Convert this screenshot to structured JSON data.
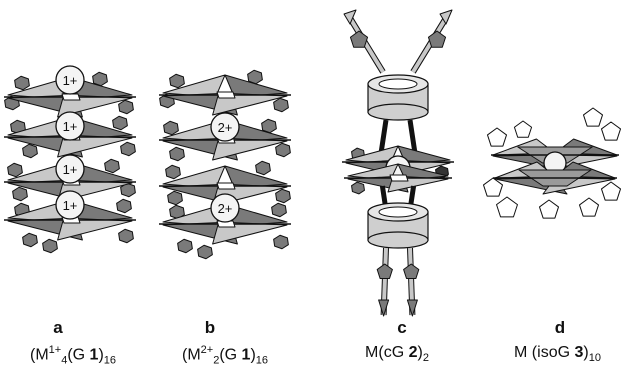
{
  "panels": [
    {
      "letter": "a",
      "formula": {
        "base": "(M",
        "sup": "1+",
        "sub1": "4",
        "mid": "(G ",
        "num": "1",
        "close": ")",
        "sub2": "16"
      },
      "ion_labels": [
        "1+",
        "1+",
        "1+",
        "1+"
      ]
    },
    {
      "letter": "b",
      "formula": {
        "base": "(M",
        "sup": "2+",
        "sub1": "2",
        "mid": "(G ",
        "num": "1",
        "close": ")",
        "sub2": "16"
      },
      "ion_labels": [
        "2+",
        "2+"
      ]
    },
    {
      "letter": "c",
      "formula": {
        "base": "M(cG ",
        "num": "2",
        "close": ")",
        "sub2": "2"
      }
    },
    {
      "letter": "d",
      "formula": {
        "base": "M (isoG ",
        "num": "3",
        "close": ")",
        "sub2": "10"
      }
    }
  ],
  "colors": {
    "stroke": "#111111",
    "fill_light": "#c8c8c8",
    "fill_dark": "#7a7a7a",
    "ion_fill": "#f4f4f4",
    "cylinder": "#cfcfcf"
  }
}
